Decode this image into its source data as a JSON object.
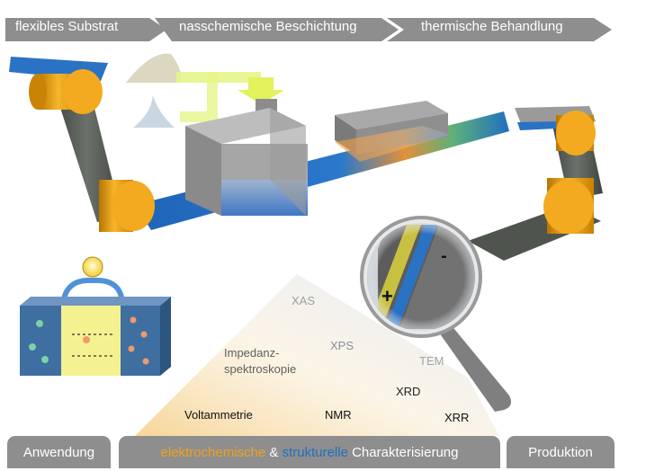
{
  "process_steps": [
    {
      "label": "flexibles Substrat"
    },
    {
      "label": "nasschemische Beschichtung"
    },
    {
      "label": "thermische Behandlung"
    }
  ],
  "methods": {
    "xas": "XAS",
    "xps": "XPS",
    "impedance": "Impedanz-\nspektroskopie",
    "tem": "TEM",
    "xrd": "XRD",
    "voltammetry": "Voltammetrie",
    "nmr": "NMR",
    "xrr": "XRR"
  },
  "signs": {
    "plus": "+",
    "minus": "-"
  },
  "bottom": {
    "left": "Anwendung",
    "center_part1": "elektrochemische",
    "center_amp": " & ",
    "center_part2": "strukturelle",
    "center_part3": " Charakterisierung",
    "right": "Produktion"
  },
  "colors": {
    "banner": "#8e8e8e",
    "roller": "#e8a317",
    "belt": "#555a55",
    "substrate": "#1f6fc0",
    "electrochemical": "#f0a21c",
    "structural": "#1f6fc0"
  }
}
